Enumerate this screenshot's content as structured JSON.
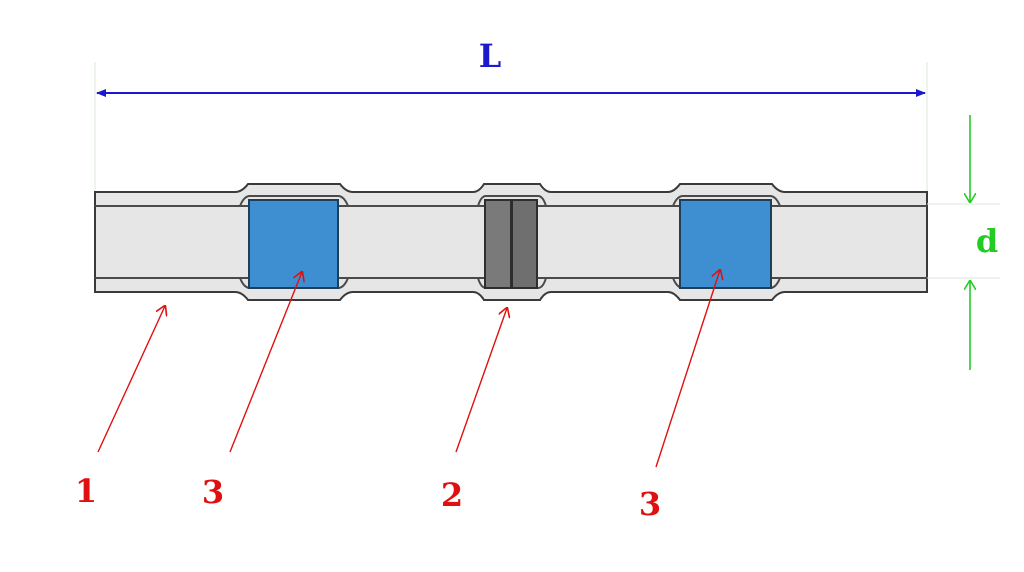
{
  "diagram": {
    "dimension_length": "L",
    "dimension_diameter": "d",
    "callouts": [
      "1",
      "3",
      "2",
      "3"
    ]
  },
  "colors": {
    "length_arrow": "#1a1acc",
    "diameter_arrow": "#22cc22",
    "callout": "#e01010",
    "tube_fill": "#e6e6e6",
    "tube_outline": "#3a3a3a",
    "solder_insert": "#3d8fd1",
    "crimp_sleeve": "#7a7a7a"
  }
}
